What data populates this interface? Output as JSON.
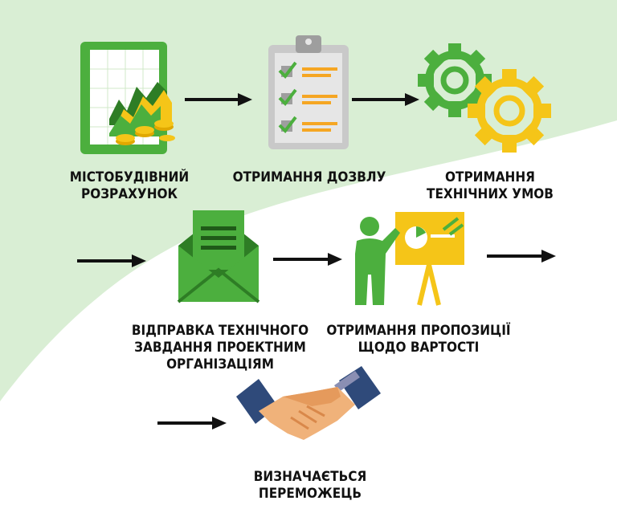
{
  "colors": {
    "background_green": "#d9eed4",
    "green": "#4caf3e",
    "dark_green": "#2e7d25",
    "yellow": "#f5c518",
    "arrow": "#111111",
    "gray": "#c9c9c9"
  },
  "steps": [
    {
      "icon": "city-calculation-monitor-icon",
      "lines": [
        "МІСТОБУДІВНИЙ",
        "РОЗРАХУНОК"
      ]
    },
    {
      "icon": "clipboard-checklist-icon",
      "lines": [
        "ОТРИМАННЯ ДОЗВЛУ"
      ]
    },
    {
      "icon": "gears-icon",
      "lines": [
        "ОТРИМАННЯ",
        "ТЕХНІЧНИХ УМОВ"
      ]
    },
    {
      "icon": "envelope-document-icon",
      "lines": [
        "ВІДПРАВКА ТЕХНІЧНОГО",
        "ЗАВДАННЯ ПРОЕКТНИМ",
        "ОРГАНІЗАЦІЯМ"
      ]
    },
    {
      "icon": "presenter-board-icon",
      "lines": [
        "ОТРИМАННЯ ПРОПОЗИЦІЇ",
        "ЩОДО ВАРТОСТІ"
      ]
    },
    {
      "icon": "handshake-icon",
      "lines": [
        "ВИЗНАЧАЄТЬСЯ",
        "ПЕРЕМОЖЕЦЬ"
      ]
    }
  ]
}
